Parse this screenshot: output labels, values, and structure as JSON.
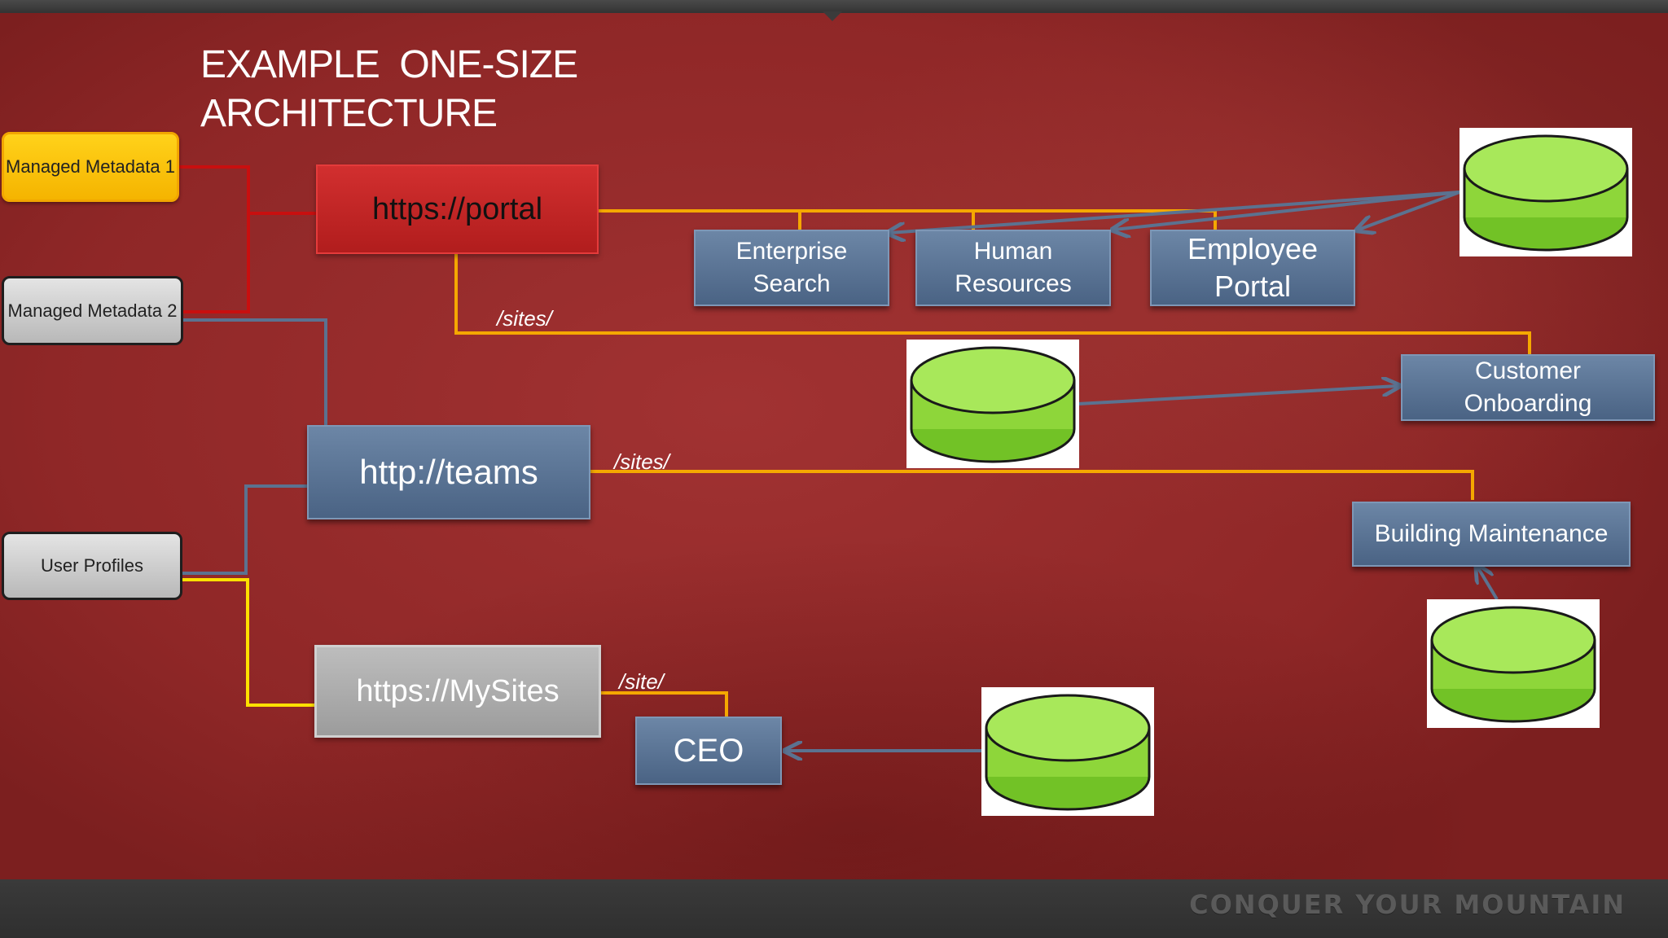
{
  "title": {
    "line1": "EXAMPLE  ONE-SIZE",
    "line2": "ARCHITECTURE"
  },
  "footer": {
    "tagline": "CONQUER YOUR MOUNTAIN"
  },
  "services": {
    "managed_metadata_1": "Managed Metadata 1",
    "managed_metadata_2": "Managed Metadata 2",
    "user_profiles": "User Profiles"
  },
  "web_apps": {
    "portal": "https://portal",
    "teams": "http://teams",
    "mysites": "https://MySites"
  },
  "paths": {
    "portal_sites": "/sites/",
    "teams_sites": "/sites/",
    "mysites_site": "/site/"
  },
  "site_collections": {
    "enterprise_search": "Enterprise Search",
    "human_resources": "Human Resources",
    "employee_portal": "Employee Portal",
    "customer_onboarding": "Customer Onboarding",
    "building_maintenance": "Building Maintenance",
    "ceo": "CEO"
  },
  "colors": {
    "background": "#9b2d2d",
    "connector_red": "#c80f0f",
    "connector_orange": "#f5a800",
    "connector_yellow": "#ffe000",
    "connector_slate": "#5b7290",
    "database_green": "#8ed63a",
    "site_blue": "#5a7395"
  },
  "icons": [
    "database-icon"
  ]
}
